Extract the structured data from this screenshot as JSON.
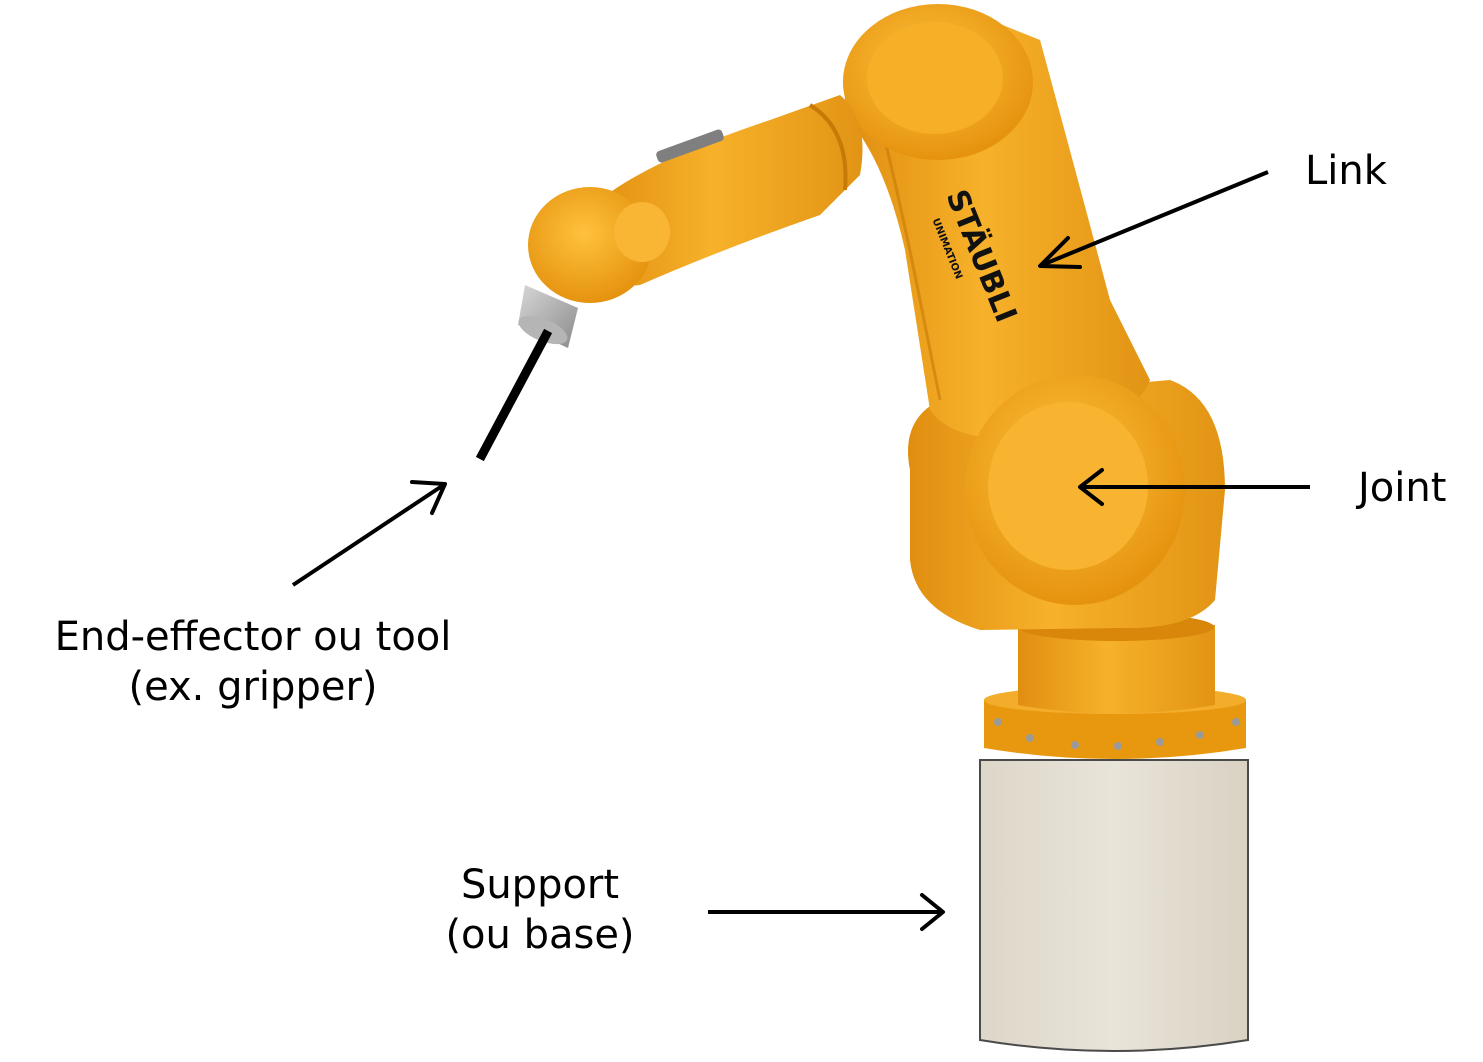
{
  "labels": {
    "link": "Link",
    "joint": "Joint",
    "end_effector_line1": "End-effector ou tool",
    "end_effector_line2": "(ex. gripper)",
    "support_line1": "Support",
    "support_line2": "(ou base)"
  },
  "robot": {
    "brand": "STÄUBLI",
    "sub_brand": "UNIMATION",
    "body_color": "#f2a61a",
    "shadow_color": "#d8870b",
    "highlight_color": "#ffc94a",
    "base_color": "#e6e0d4"
  }
}
